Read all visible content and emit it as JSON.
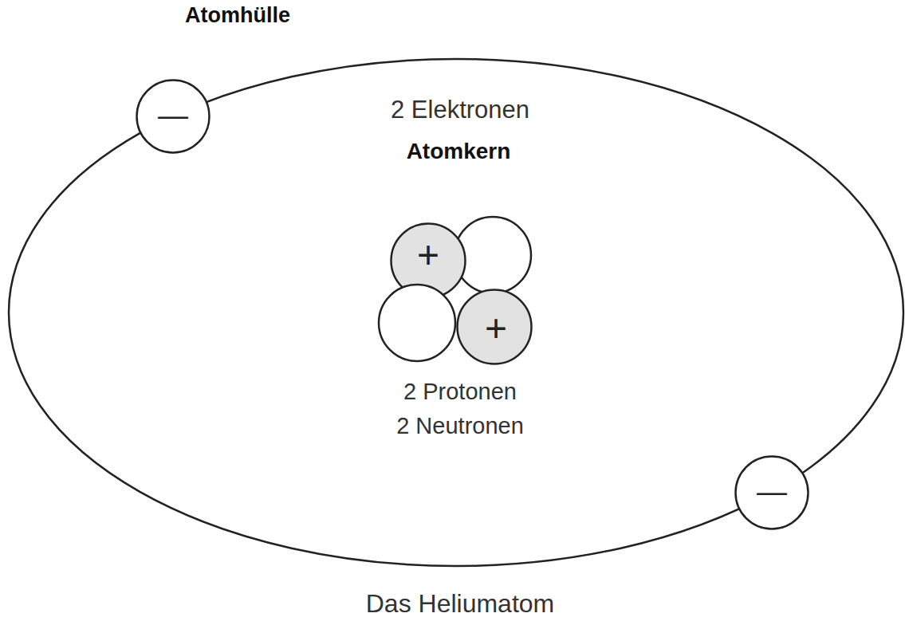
{
  "diagram": {
    "caption": "Das Heliumatom",
    "nodes": [
      {
        "text": [
          "Atomhülle",
          "2 Elektronen"
        ]
      },
      {
        "text": [
          "—"
        ],
        "in": 0
      },
      {
        "text": [
          "Atomkern",
          "2 Protonen",
          "2 Neutronen"
        ],
        "in": 0
      },
      {
        "text": [
          "+"
        ],
        "in": 2
      },
      {
        "text": [
          "+"
        ],
        "in": 2
      },
      {
        "text": [
          "—"
        ],
        "in": 0
      }
    ]
  }
}
